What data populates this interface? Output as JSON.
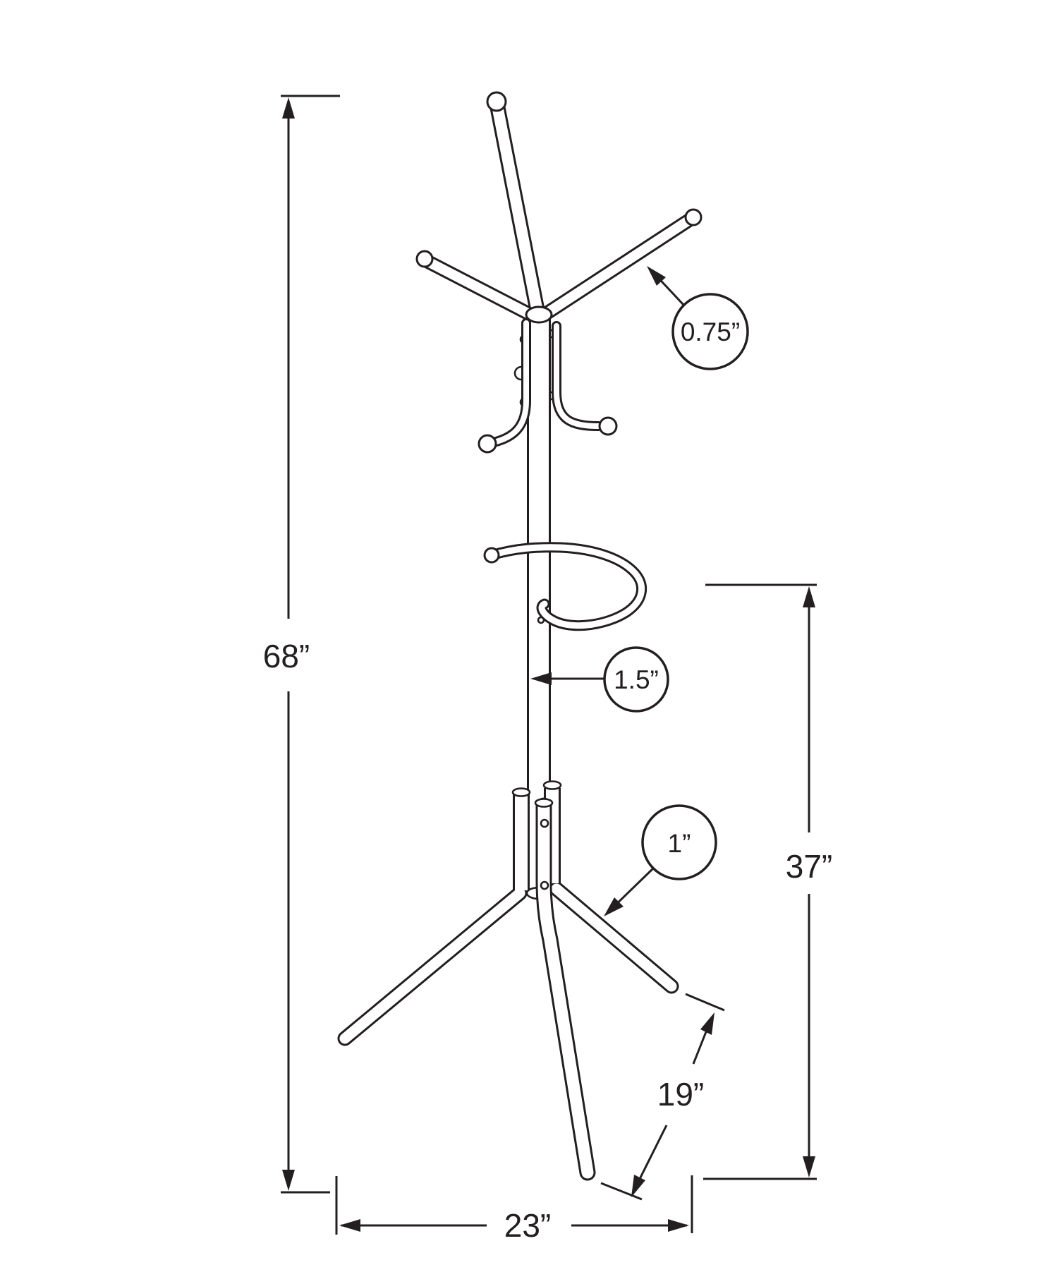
{
  "theme": {
    "ink_color": "#231f20",
    "background_color": "#ffffff"
  },
  "diagram": {
    "description": "coat-rack-dimension-diagram",
    "dimensions": {
      "overall_height": {
        "label": "68”"
      },
      "umbrella_ring_height": {
        "label": "37”"
      },
      "base_width": {
        "label": "23”"
      },
      "leg_length": {
        "label": "19”"
      }
    },
    "callouts": {
      "hook_diameter": {
        "label": "0.75”"
      },
      "pole_diameter": {
        "label": "1.5”"
      },
      "leg_diameter": {
        "label": "1”"
      }
    }
  }
}
